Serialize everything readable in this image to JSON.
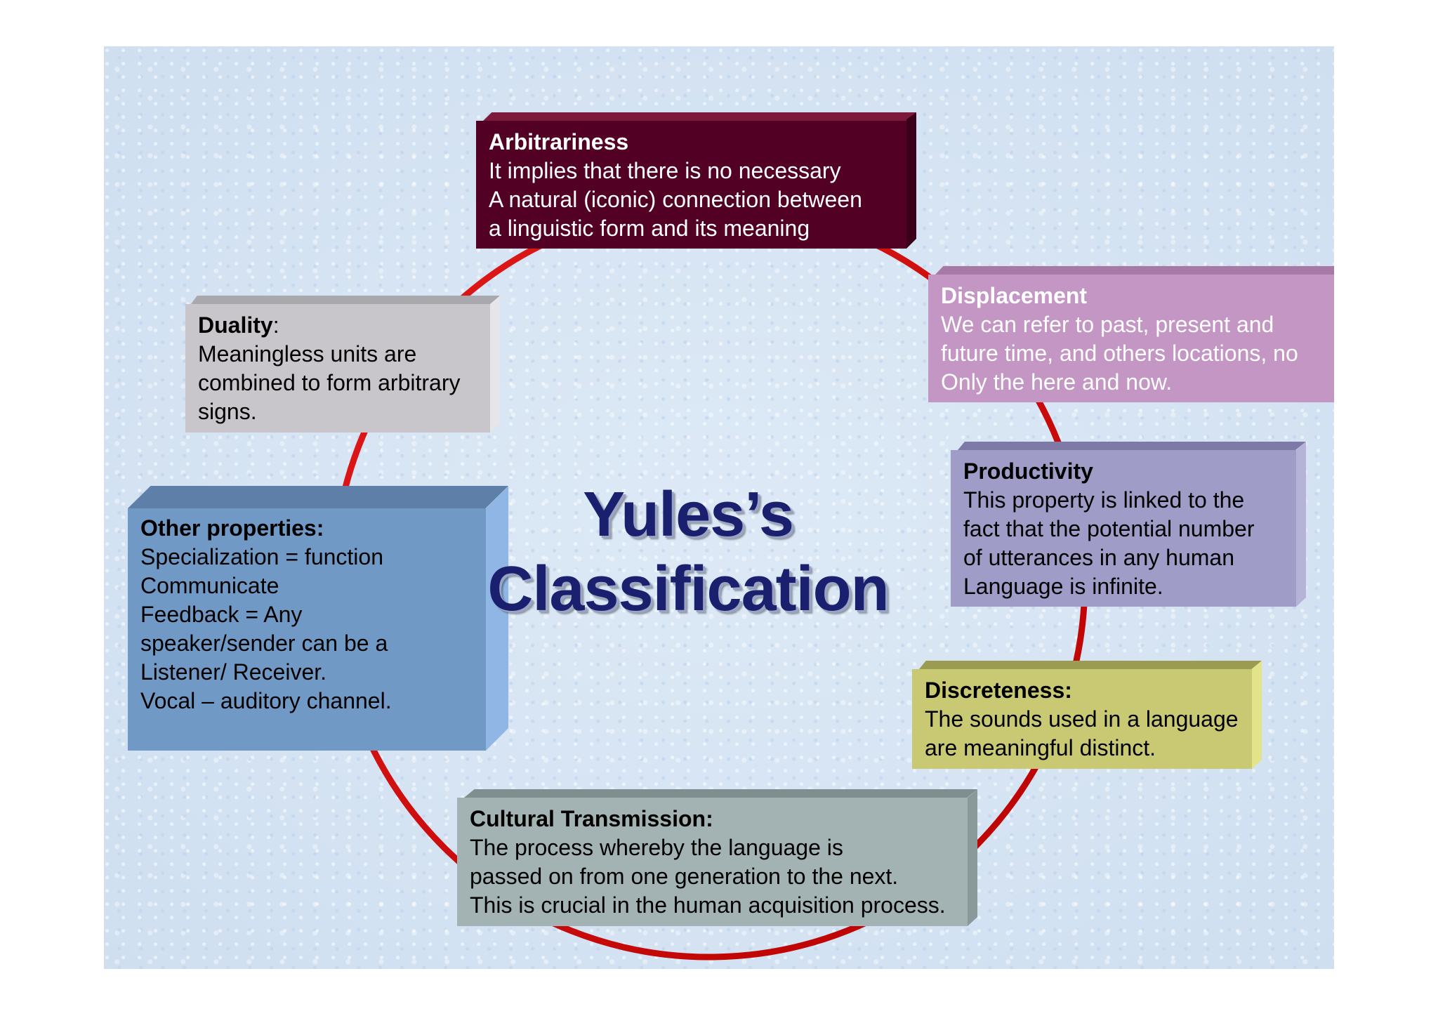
{
  "title": {
    "line1": "Yules’s",
    "line2": "Classification"
  },
  "ring_color": "#cc0000",
  "boxes": {
    "arbitrariness": {
      "title": "Arbitrariness",
      "text": "It implies that there is no necessary\nA natural (iconic) connection between\na linguistic form  and its meaning",
      "color": "#520024"
    },
    "duality": {
      "title": "Duality",
      "title_suffix": ":",
      "text": "Meaningless units are\ncombined to form arbitrary\nsigns.",
      "color": "#c8c6cb"
    },
    "displacement": {
      "title": "Displacement",
      "text": "We can refer to past, present and\nfuture time, and others locations, no\nOnly the here and now.",
      "color": "#c496c4"
    },
    "productivity": {
      "title": "Productivity",
      "text": "This property is linked to the\nfact  that the potential number\nof utterances in any human\nLanguage is infinite.",
      "color": "#9f9cc8"
    },
    "other": {
      "title": "Other properties:",
      "text": "Specialization = function\nCommunicate\nFeedback = Any\nspeaker/sender can be a\nListener/ Receiver.\nVocal – auditory channel.",
      "color": "#7199c5"
    },
    "discreteness": {
      "title": "Discreteness:",
      "text": "The sounds used in a language\nare  meaningful distinct.",
      "color": "#c9c873"
    },
    "cultural": {
      "title": "Cultural Transmission:",
      "text": "The process whereby the language is\npassed on from one generation to the next.\nThis is crucial in the human acquisition process.",
      "color": "#a3b3b3"
    }
  }
}
